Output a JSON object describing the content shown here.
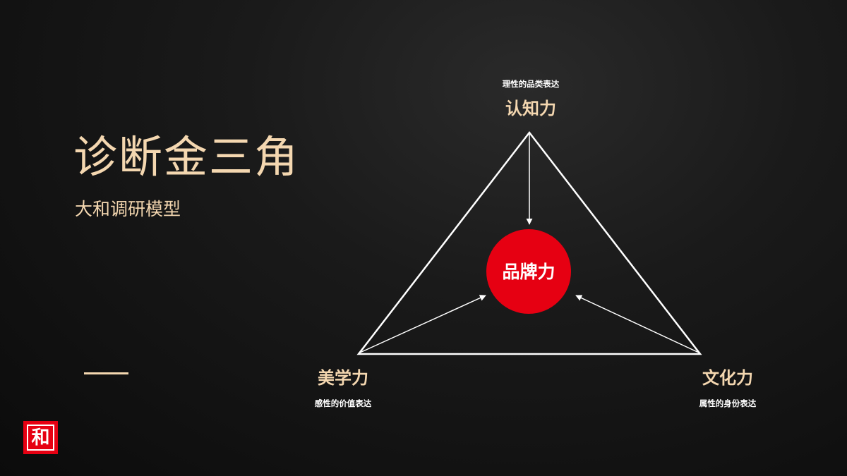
{
  "slide": {
    "title": "诊断金三角",
    "subtitle": "大和调研模型",
    "logo_text": "和"
  },
  "diagram": {
    "center": {
      "label": "品牌力",
      "color": "#e60012"
    },
    "top": {
      "label": "认知力",
      "sublabel": "理性的品类表达"
    },
    "left": {
      "label": "美学力",
      "sublabel": "感性的价值表达"
    },
    "right": {
      "label": "文化力",
      "sublabel": "属性的身份表达"
    }
  },
  "colors": {
    "accent_text": "#f4d7b0",
    "brand_red": "#e60012",
    "line": "#ffffff",
    "background": "#111111"
  }
}
